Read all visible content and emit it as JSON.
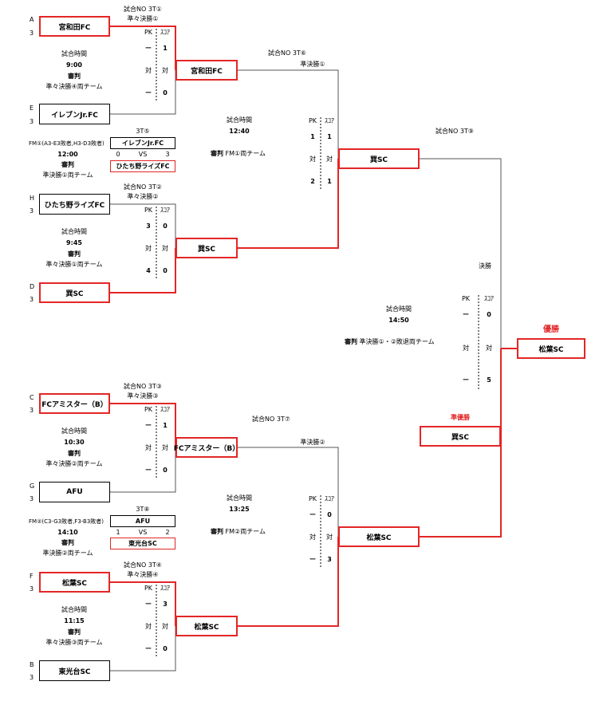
{
  "seeds": [
    {
      "letter": "A",
      "num": "3"
    },
    {
      "letter": "E",
      "num": "3"
    },
    {
      "letter": "H",
      "num": "3"
    },
    {
      "letter": "D",
      "num": "3"
    },
    {
      "letter": "C",
      "num": "3"
    },
    {
      "letter": "G",
      "num": "3"
    },
    {
      "letter": "F",
      "num": "3"
    },
    {
      "letter": "B",
      "num": "3"
    }
  ],
  "teams": {
    "miyawada": "宮和田FC",
    "eleven": "イレブンJr.FC",
    "hitachino": "ひたち野ライズFC",
    "tatsumi": "巽SC",
    "fcamister": "FCアミスター（B）",
    "afu": "AFU",
    "shoyo": "松葉SC",
    "tokodai": "東光台SC"
  },
  "labels": {
    "pk": "PK",
    "score": "ｽｺｱ",
    "tai": "対",
    "dash": "ー",
    "match_time": "試合時間",
    "referee": "審判",
    "vs": "VS"
  },
  "matches": {
    "m1": {
      "no": "試合NO 3T①",
      "round": "準々決勝①",
      "time": "9:00",
      "ref_team": "準々決勝④両チーム",
      "pk_top": "ー",
      "pk_bot": "ー",
      "sc_top": "1",
      "sc_bot": "0"
    },
    "m2": {
      "no": "試合NO 3T②",
      "round": "準々決勝②",
      "time": "9:45",
      "ref_team": "準々決勝①両チーム",
      "pk_top": "3",
      "pk_bot": "4",
      "sc_top": "0",
      "sc_bot": "0"
    },
    "m3": {
      "no": "試合NO 3T③",
      "round": "準々決勝③",
      "time": "10:30",
      "ref_team": "準々決勝②両チーム",
      "pk_top": "ー",
      "pk_bot": "ー",
      "sc_top": "1",
      "sc_bot": "0"
    },
    "m4": {
      "no": "試合NO 3T④",
      "round": "準々決勝④",
      "time": "11:15",
      "ref_team": "準々決勝③両チーム",
      "pk_top": "ー",
      "pk_bot": "ー",
      "sc_top": "3",
      "sc_bot": "0"
    },
    "m5": {
      "no": "3T⑤",
      "desc": "FM①(A3-E3敗者,H3-D3敗者)",
      "time": "12:00",
      "ref_label": "審判",
      "ref_team": "準決勝①両チーム",
      "score_left": "0",
      "score_right": "3"
    },
    "m6": {
      "no": "試合NO 3T⑥",
      "round": "準決勝①",
      "time": "12:40",
      "ref_team": "FM①両チーム",
      "pk_top": "1",
      "pk_bot": "2",
      "sc_top": "1",
      "sc_bot": "1"
    },
    "m7": {
      "no": "試合NO 3T⑦",
      "round": "準決勝②",
      "time": "13:25",
      "ref_team": "FM②両チーム",
      "pk_top": "ー",
      "pk_bot": "ー",
      "sc_top": "0",
      "sc_bot": "3"
    },
    "m8": {
      "no": "3T⑧",
      "desc": "FM②(C3-G3敗者,F3-B3敗者)",
      "time": "14:10",
      "ref_label": "審判",
      "ref_team": "準決勝②両チーム",
      "score_left": "1",
      "score_right": "2"
    },
    "m9": {
      "no": "試合NO 3T⑨",
      "round": "決勝",
      "time": "14:50",
      "ref_team": "準決勝①・②敗退両チーム",
      "pk_top": "ー",
      "pk_bot": "ー",
      "sc_top": "0",
      "sc_bot": "5"
    }
  },
  "results": {
    "champion_label": "優勝",
    "champion": "松葉SC",
    "runner_up_label": "準優勝",
    "runner_up": "巽SC"
  },
  "colors": {
    "win_line": "#e32626",
    "line": "#555555",
    "text": "#000000"
  }
}
